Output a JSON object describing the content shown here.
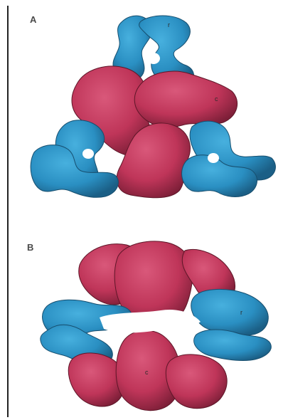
{
  "panels": [
    {
      "label": "A",
      "subunits": {
        "regulatory_label": "r",
        "catalytic_label": "c"
      }
    },
    {
      "label": "B",
      "subunits": {
        "regulatory_label": "r",
        "catalytic_label": "c"
      }
    }
  ],
  "colors": {
    "catalytic": "#c23a5c",
    "catalytic_shadow": "#7d1f38",
    "regulatory": "#2e96c8",
    "regulatory_shadow": "#1b5f86",
    "background": "#ffffff"
  }
}
